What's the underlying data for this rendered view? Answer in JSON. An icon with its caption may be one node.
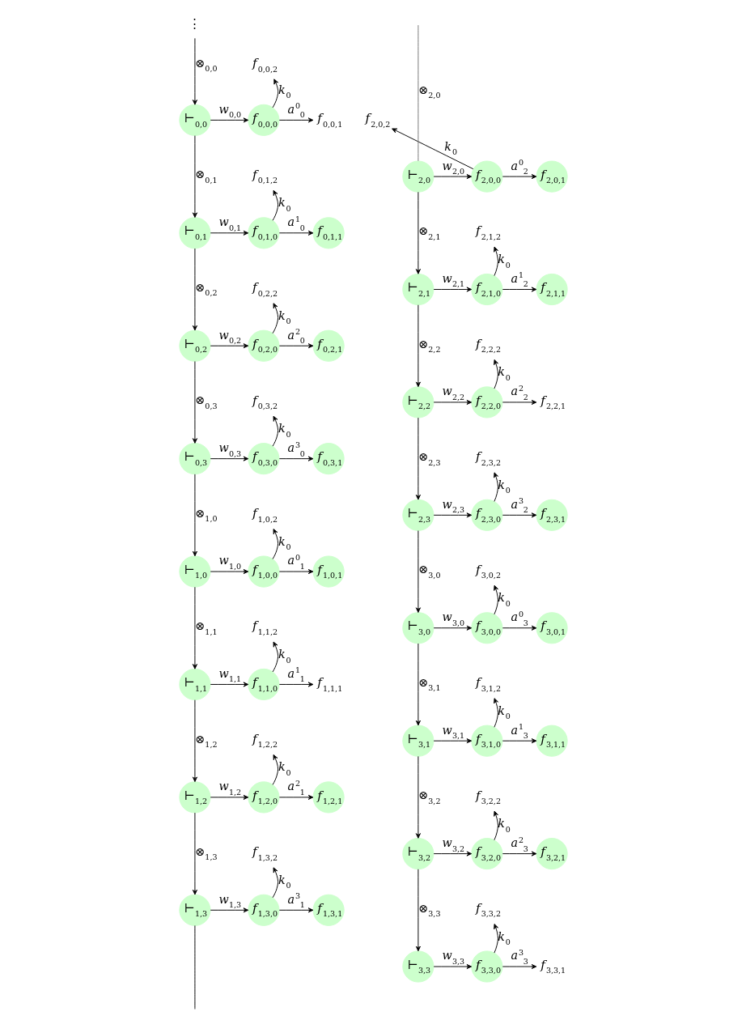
{
  "diagram": {
    "nodes": [
      {
        "text": [
          "⋮"
        ]
      },
      {
        "text": [
          "*f*$_{0,0,2}$"
        ]
      },
      {
        "text": [
          "⊢$_{0,0}$"
        ]
      },
      {
        "text": [
          "*f*$_{0,0,0}$"
        ]
      },
      {
        "text": [
          "*f*$_{0,0,1}$"
        ]
      },
      {
        "text": [
          "*f*$_{0,1,2}$"
        ]
      },
      {
        "text": [
          "⊢$_{0,1}$"
        ]
      },
      {
        "text": [
          "*f*$_{0,1,0}$"
        ]
      },
      {
        "text": [
          "*f*$_{0,1,1}$"
        ]
      },
      {
        "text": [
          "*f*$_{0,2,2}$"
        ]
      },
      {
        "text": [
          "⊢$_{0,2}$"
        ]
      },
      {
        "text": [
          "*f*$_{0,2,0}$"
        ]
      },
      {
        "text": [
          "*f*$_{0,2,1}$"
        ]
      },
      {
        "text": [
          "*f*$_{0,3,2}$"
        ]
      },
      {
        "text": [
          "⊢$_{0,3}$"
        ]
      },
      {
        "text": [
          "*f*$_{0,3,0}$"
        ]
      },
      {
        "text": [
          "*f*$_{0,3,1}$"
        ]
      },
      {
        "text": [
          "*f*$_{1,0,2}$"
        ]
      },
      {
        "text": [
          "⊢$_{1,0}$"
        ]
      },
      {
        "text": [
          "*f*$_{1,0,0}$"
        ]
      },
      {
        "text": [
          "*f*$_{1,0,1}$"
        ]
      },
      {
        "text": [
          "*f*$_{1,1,2}$"
        ]
      },
      {
        "text": [
          "⊢$_{1,1}$"
        ]
      },
      {
        "text": [
          "*f*$_{1,1,0}$"
        ]
      },
      {
        "text": [
          "*f*$_{1,1,1}$"
        ]
      },
      {
        "text": [
          "*f*$_{1,2,2}$"
        ]
      },
      {
        "text": [
          "⊢$_{1,2}$"
        ]
      },
      {
        "text": [
          "*f*$_{1,2,0}$"
        ]
      },
      {
        "text": [
          "*f*$_{1,2,1}$"
        ]
      },
      {
        "text": [
          "*f*$_{1,3,2}$"
        ]
      },
      {
        "text": [
          "⊢$_{1,3}$"
        ]
      },
      {
        "text": [
          "*f*$_{1,3,0}$"
        ]
      },
      {
        "text": [
          "*f*$_{1,3,1}$"
        ]
      },
      {
        "text": [
          "*f*$_{2,0,2}$"
        ]
      },
      {
        "text": [
          "⊢$_{2,0}$"
        ]
      },
      {
        "text": [
          "*f*$_{2,0,0}$"
        ]
      },
      {
        "text": [
          "*f*$_{2,0,1}$"
        ]
      },
      {
        "text": [
          "*f*$_{2,1,2}$"
        ]
      },
      {
        "text": [
          "⊢$_{2,1}$"
        ]
      },
      {
        "text": [
          "*f*$_{2,1,0}$"
        ]
      },
      {
        "text": [
          "*f*$_{2,1,1}$"
        ]
      },
      {
        "text": [
          "*f*$_{2,2,2}$"
        ]
      },
      {
        "text": [
          "⊢$_{2,2}$"
        ]
      },
      {
        "text": [
          "*f*$_{2,2,0}$"
        ]
      },
      {
        "text": [
          "*f*$_{2,2,1}$"
        ]
      },
      {
        "text": [
          "*f*$_{2,3,2}$"
        ]
      },
      {
        "text": [
          "⊢$_{2,3}$"
        ]
      },
      {
        "text": [
          "*f*$_{2,3,0}$"
        ]
      },
      {
        "text": [
          "*f*$_{2,3,1}$"
        ]
      },
      {
        "text": [
          "*f*$_{3,0,2}$"
        ]
      },
      {
        "text": [
          "⊢$_{3,0}$"
        ]
      },
      {
        "text": [
          "*f*$_{3,0,0}$"
        ]
      },
      {
        "text": [
          "*f*$_{3,0,1}$"
        ]
      },
      {
        "text": [
          "*f*$_{3,1,2}$"
        ]
      },
      {
        "text": [
          "⊢$_{3,1}$"
        ]
      },
      {
        "text": [
          "*f*$_{3,1,0}$"
        ]
      },
      {
        "text": [
          "*f*$_{3,1,1}$"
        ]
      },
      {
        "text": [
          "*f*$_{3,2,2}$"
        ]
      },
      {
        "text": [
          "⊢$_{3,2}$"
        ]
      },
      {
        "text": [
          "*f*$_{3,2,0}$"
        ]
      },
      {
        "text": [
          "*f*$_{3,2,1}$"
        ]
      },
      {
        "text": [
          "*f*$_{3,3,2}$"
        ]
      },
      {
        "text": [
          "⊢$_{3,3}$"
        ]
      },
      {
        "text": [
          "*f*$_{3,3,0}$"
        ]
      },
      {
        "text": [
          "*f*$_{3,3,1}$"
        ]
      }
    ],
    "edges": [
      {
        "from": 0,
        "to": 2,
        "arrow": "to",
        "label": "⊗$_{0,0}$"
      },
      {
        "from": 2,
        "to": 3,
        "arrow": "to",
        "label": "*w*$_{0,0}$"
      },
      {
        "from": 3,
        "to": 4,
        "arrow": "to",
        "label": "*a*$^{0}$$_{0}$"
      },
      {
        "from": 3,
        "to": 1,
        "arrow": "to",
        "label": "*k*$_{0}$"
      },
      {
        "from": 2,
        "to": 6,
        "arrow": "to",
        "label": "⊗$_{0,1}$"
      },
      {
        "from": 6,
        "to": 7,
        "arrow": "to",
        "label": "*w*$_{0,1}$"
      },
      {
        "from": 7,
        "to": 8,
        "arrow": "to",
        "label": "*a*$^{1}$$_{0}$"
      },
      {
        "from": 7,
        "to": 5,
        "arrow": "to",
        "label": "*k*$_{0}$"
      },
      {
        "from": 6,
        "to": 10,
        "arrow": "to",
        "label": "⊗$_{0,2}$"
      },
      {
        "from": 10,
        "to": 11,
        "arrow": "to",
        "label": "*w*$_{0,2}$"
      },
      {
        "from": 11,
        "to": 12,
        "arrow": "to",
        "label": "*a*$^{2}$$_{0}$"
      },
      {
        "from": 11,
        "to": 9,
        "arrow": "to",
        "label": "*k*$_{0}$"
      },
      {
        "from": 10,
        "to": 14,
        "arrow": "to",
        "label": "⊗$_{0,3}$"
      },
      {
        "from": 14,
        "to": 15,
        "arrow": "to",
        "label": "*w*$_{0,3}$"
      },
      {
        "from": 15,
        "to": 16,
        "arrow": "to",
        "label": "*a*$^{3}$$_{0}$"
      },
      {
        "from": 15,
        "to": 13,
        "arrow": "to",
        "label": "*k*$_{0}$"
      },
      {
        "from": 14,
        "to": 18,
        "arrow": "to",
        "label": "⊗$_{1,0}$"
      },
      {
        "from": 18,
        "to": 19,
        "arrow": "to",
        "label": "*w*$_{1,0}$"
      },
      {
        "from": 19,
        "to": 20,
        "arrow": "to",
        "label": "*a*$^{0}$$_{1}$"
      },
      {
        "from": 19,
        "to": 17,
        "arrow": "to",
        "label": "*k*$_{0}$"
      },
      {
        "from": 18,
        "to": 22,
        "arrow": "to",
        "label": "⊗$_{1,1}$"
      },
      {
        "from": 22,
        "to": 23,
        "arrow": "to",
        "label": "*w*$_{1,1}$"
      },
      {
        "from": 23,
        "to": 24,
        "arrow": "to",
        "label": "*a*$^{1}$$_{1}$"
      },
      {
        "from": 23,
        "to": 21,
        "arrow": "to",
        "label": "*k*$_{0}$"
      },
      {
        "from": 22,
        "to": 26,
        "arrow": "to",
        "label": "⊗$_{1,2}$"
      },
      {
        "from": 26,
        "to": 27,
        "arrow": "to",
        "label": "*w*$_{1,2}$"
      },
      {
        "from": 27,
        "to": 28,
        "arrow": "to",
        "label": "*a*$^{2}$$_{1}$"
      },
      {
        "from": 27,
        "to": 25,
        "arrow": "to",
        "label": "*k*$_{0}$"
      },
      {
        "from": 26,
        "to": 30,
        "arrow": "to",
        "label": "⊗$_{1,3}$"
      },
      {
        "from": 30,
        "to": 31,
        "arrow": "to",
        "label": "*w*$_{1,3}$"
      },
      {
        "from": 31,
        "to": 32,
        "arrow": "to",
        "label": "*a*$^{3}$$_{1}$"
      },
      {
        "from": 31,
        "to": 29,
        "arrow": "to",
        "label": "*k*$_{0}$"
      },
      {
        "from": 30,
        "to": null,
        "arrow": "none"
      },
      {
        "from": null,
        "to": 34,
        "arrow": "none",
        "label": "⊗$_{2,0}$",
        "color": "#777777"
      },
      {
        "from": 34,
        "to": 35,
        "arrow": "to",
        "label": "*w*$_{2,0}$"
      },
      {
        "from": 35,
        "to": 36,
        "arrow": "to",
        "label": "*a*$^{0}$$_{2}$"
      },
      {
        "from": 35,
        "to": 33,
        "arrow": "to",
        "label": "*k*$_{0}$"
      },
      {
        "from": 34,
        "to": 38,
        "arrow": "to",
        "label": "⊗$_{2,1}$"
      },
      {
        "from": 38,
        "to": 39,
        "arrow": "to",
        "label": "*w*$_{2,1}$"
      },
      {
        "from": 39,
        "to": 40,
        "arrow": "to",
        "label": "*a*$^{1}$$_{2}$"
      },
      {
        "from": 39,
        "to": 37,
        "arrow": "to",
        "label": "*k*$_{0}$"
      },
      {
        "from": 38,
        "to": 42,
        "arrow": "to",
        "label": "⊗$_{2,2}$"
      },
      {
        "from": 42,
        "to": 43,
        "arrow": "to",
        "label": "*w*$_{2,2}$"
      },
      {
        "from": 43,
        "to": 44,
        "arrow": "to",
        "label": "*a*$^{2}$$_{2}$"
      },
      {
        "from": 43,
        "to": 41,
        "arrow": "to",
        "label": "*k*$_{0}$"
      },
      {
        "from": 42,
        "to": 46,
        "arrow": "to",
        "label": "⊗$_{2,3}$"
      },
      {
        "from": 46,
        "to": 47,
        "arrow": "to",
        "label": "*w*$_{2,3}$"
      },
      {
        "from": 47,
        "to": 48,
        "arrow": "to",
        "label": "*a*$^{3}$$_{2}$"
      },
      {
        "from": 47,
        "to": 45,
        "arrow": "to",
        "label": "*k*$_{0}$"
      },
      {
        "from": 46,
        "to": 50,
        "arrow": "to",
        "label": "⊗$_{3,0}$"
      },
      {
        "from": 50,
        "to": 51,
        "arrow": "to",
        "label": "*w*$_{3,0}$"
      },
      {
        "from": 51,
        "to": 52,
        "arrow": "to",
        "label": "*a*$^{0}$$_{3}$"
      },
      {
        "from": 51,
        "to": 49,
        "arrow": "to",
        "label": "*k*$_{0}$"
      },
      {
        "from": 50,
        "to": 54,
        "arrow": "to",
        "label": "⊗$_{3,1}$"
      },
      {
        "from": 54,
        "to": 55,
        "arrow": "to",
        "label": "*w*$_{3,1}$"
      },
      {
        "from": 55,
        "to": 56,
        "arrow": "to",
        "label": "*a*$^{1}$$_{3}$"
      },
      {
        "from": 55,
        "to": 53,
        "arrow": "to",
        "label": "*k*$_{0}$"
      },
      {
        "from": 54,
        "to": 58,
        "arrow": "to",
        "label": "⊗$_{3,2}$"
      },
      {
        "from": 58,
        "to": 59,
        "arrow": "to",
        "label": "*w*$_{3,2}$"
      },
      {
        "from": 59,
        "to": 60,
        "arrow": "to",
        "label": "*a*$^{2}$$_{3}$"
      },
      {
        "from": 59,
        "to": 57,
        "arrow": "to",
        "label": "*k*$_{0}$"
      },
      {
        "from": 58,
        "to": 62,
        "arrow": "to",
        "label": "⊗$_{3,3}$"
      },
      {
        "from": 62,
        "to": 63,
        "arrow": "to",
        "label": "*w*$_{3,3}$"
      },
      {
        "from": 63,
        "to": 64,
        "arrow": "to",
        "label": "*a*$^{3}$$_{3}$"
      },
      {
        "from": 63,
        "to": 61,
        "arrow": "to",
        "label": "*k*$_{0}$"
      }
    ]
  }
}
